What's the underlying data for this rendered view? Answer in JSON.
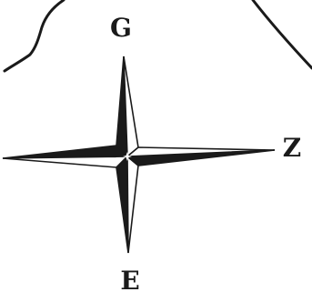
{
  "map": {
    "ink_color": "#1a1a1a",
    "paper_color": "#ffffff",
    "compass_rose": {
      "style": "four-point star, half-shaded points, small white star at center",
      "cardinal_labels": {
        "north": "G",
        "east": "Z",
        "south": "E"
      }
    }
  }
}
